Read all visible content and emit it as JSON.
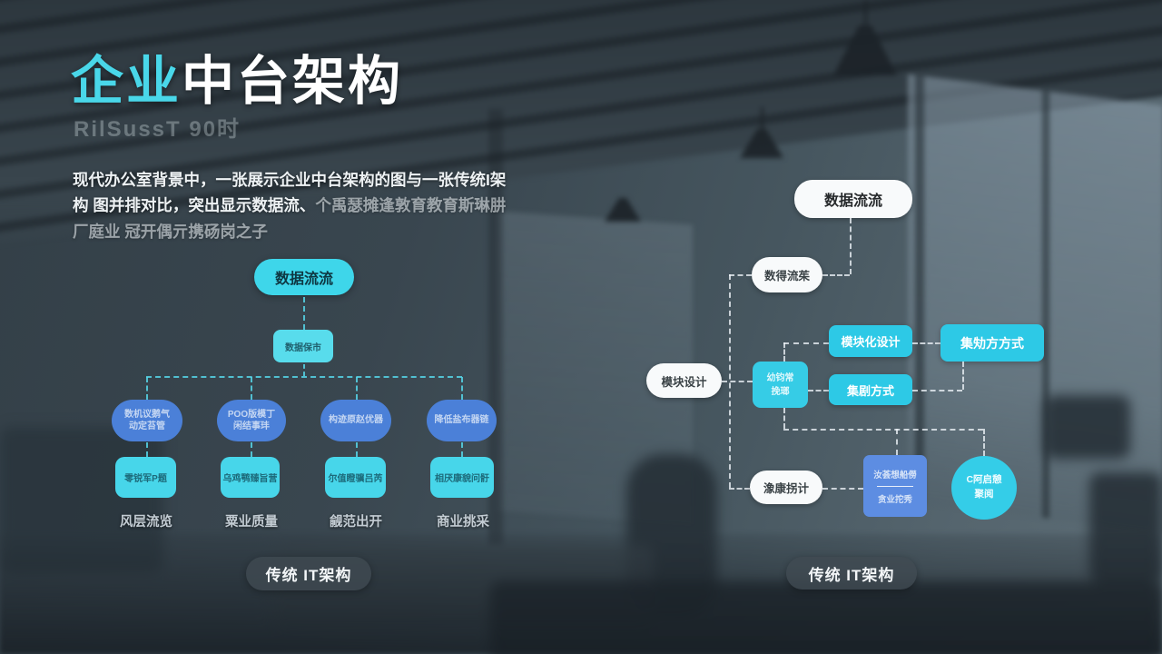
{
  "header": {
    "title_accent": "企业",
    "title_rest": "中台架构",
    "subtitle": "RilSussT 90时",
    "description_line1": "现代办公室背景中，一张展示企业中台架构的图与一张传统I架构",
    "description_line2_clear": "图并排对比，突出显示数据流、",
    "description_line2_faint": "个禹瑟摊逢敦育教育斯琳肼厂庭业",
    "description_line3": "冠开偶亓携砀岗之子"
  },
  "left_diagram": {
    "root_label": "数据流流",
    "mid_label": "数据保市",
    "level1": [
      {
        "line1": "数机议鹅气",
        "line2": "动定苔管"
      },
      {
        "line1": "POO版模丁",
        "line2": "闲结事玤"
      },
      {
        "line1": "构迹原赵优器",
        "line2": ""
      },
      {
        "line1": "降低盐布器链",
        "line2": ""
      }
    ],
    "level2": [
      "零锐军P题",
      "乌鸡鹗臻旨营",
      "尔值瞪骥吕芮",
      "相厌康貌问骬"
    ],
    "labels": [
      "风层流览",
      "粟业质量",
      "觎范出开",
      "商业挑采"
    ],
    "caption": "传统 IT架构"
  },
  "right_diagram": {
    "root_label": "数据流流",
    "flow_label": "数得流茱",
    "module_label": "模块设计",
    "hub_line1": "幼钧常",
    "hub_line2": "挽瑯",
    "modular_label": "模块化设计",
    "cluster_top_label": "集劮方方式",
    "cluster_mid_label": "集剧方式",
    "bottom_left_label": "潒康拐计",
    "stack_line1": "汝荟想船僗",
    "stack_line2": "贪业拕秀",
    "circle_line1": "C阿启憩",
    "circle_line2": "聚阅",
    "caption": "传统 IT架构"
  },
  "colors": {
    "accent_cyan": "#49d7e9",
    "node_blue": "#4b80d8",
    "node_cyan": "#2dc9e6",
    "stack_blue": "#5d8de2",
    "background_slate": "#3c4a54"
  }
}
